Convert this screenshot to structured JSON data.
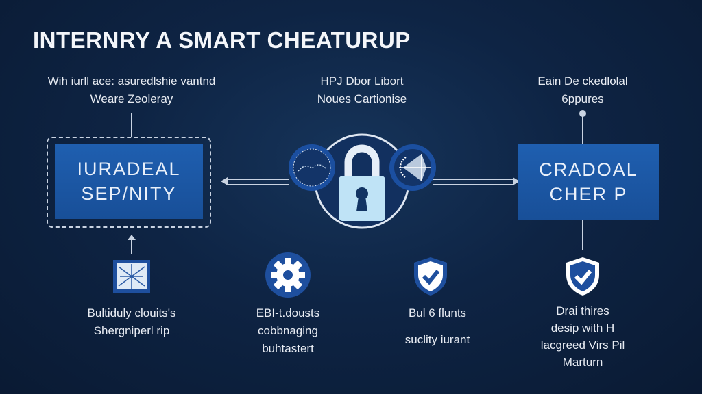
{
  "title": "INTERNRY A SMART CHEATURUP",
  "top_captions": {
    "left": [
      "Wih iurll ace: asuredlshie vantnd",
      "Weare Zeoleray"
    ],
    "middle": [
      "HPJ Dbor Libort",
      "Noues Cartionise"
    ],
    "right": [
      "Eain De ckedlolal",
      "6ppures"
    ]
  },
  "left_box": [
    "IURADEAL",
    "SEP/NITY"
  ],
  "right_box": [
    "CRADOAL",
    "CHER P"
  ],
  "center_icons": [
    "network-globe-icon",
    "padlock-icon",
    "compass-network-icon"
  ],
  "bottom_items": [
    {
      "icon": "network-diagram-icon",
      "lines": [
        "Bultiduly clouits's",
        "Shergniperl rip"
      ]
    },
    {
      "icon": "gear-icon",
      "lines": [
        "EBI-t.dousts",
        "cobbnaging",
        "buhtastert"
      ]
    },
    {
      "icon": "shield-check-icon",
      "lines": [
        "Bul 6 flunts",
        "suclity iurant"
      ]
    },
    {
      "icon": "shield-check-icon",
      "lines": [
        "Drai thires",
        "desip with H",
        "lacgreed Virs Pil",
        "Marturn"
      ]
    }
  ],
  "colors": {
    "background": "#0e2444",
    "box_blue": "#1f5fb0",
    "accent": "#1e4f9e"
  }
}
